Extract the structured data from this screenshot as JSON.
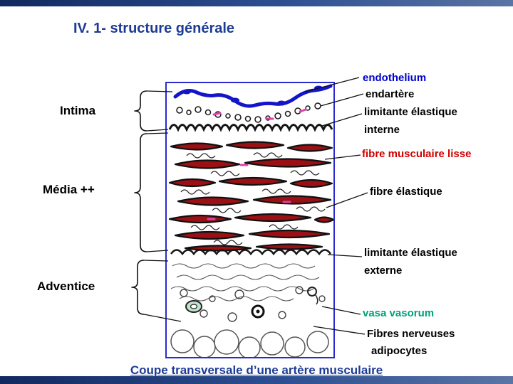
{
  "slide": {
    "title": "IV. 1- structure générale",
    "caption": "Coupe transversale d’une artère musculaire"
  },
  "left_labels": {
    "intima": "Intima",
    "media": "Média ++",
    "adventice": "Adventice"
  },
  "right_labels": {
    "endothelium": "endothelium",
    "endartere": "endartère",
    "limitante_interne": "limitante élastique interne",
    "fibre_musculaire": "fibre musculaire lisse",
    "fibre_elastique": "fibre élastique",
    "limitante_externe": "limitante élastique externe",
    "vasa_vasorum": "vasa vasorum",
    "fibres_nerveuses": "Fibres nerveuses",
    "adipocytes": "adipocytes"
  },
  "colors": {
    "title_text": "#1d3a96",
    "endothelium_label": "#0000cc",
    "muscle_label": "#d00000",
    "vasa_label": "#00a07a",
    "muscle_fiber_fill": "#9a1015",
    "endothelium_drawing": "#1414c8",
    "diagram_frame": "#2a2ad0",
    "accent_bar": "#12295f"
  }
}
